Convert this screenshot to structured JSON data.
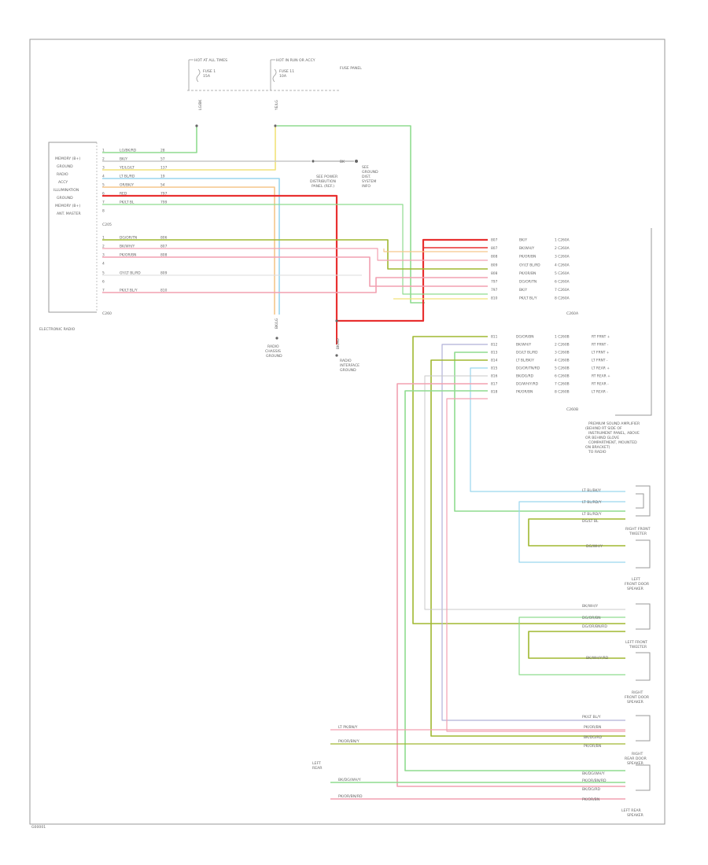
{
  "colors": {
    "frame": "#9a9a9a",
    "lt_green": "#8fdc8f",
    "dk_green": "#a0b830",
    "yellow": "#f2e27a",
    "lt_blue": "#9ad6ee",
    "red": "#e83030",
    "pink": "#f2a0b0",
    "orange": "#f5c68a",
    "grey": "#c8c8c8",
    "violet": "#b0b0d8",
    "black": "#555555"
  },
  "fuse_panel": {
    "fuse_a_title": "HOT AT ALL TIMES",
    "fuse_a_name": "FUSE 1",
    "fuse_a_amp": "15A",
    "fuse_b_title": "HOT IN RUN OR ACCY",
    "fuse_b_name": "FUSE 11",
    "fuse_b_amp": "10A",
    "panel_name": "FUSE PANEL",
    "wire_a": "LG/BK",
    "wire_b": "YE/LG"
  },
  "radio": {
    "label_lines": [
      "MEMORY (B+)",
      "GROUND",
      "RADIO",
      "ACCY",
      "ILLUMINATION",
      "GROUND",
      "MEMORY (B+)",
      "ANT. MASTER"
    ],
    "connector_a": "C205",
    "connector_b": "C260",
    "name": "ELECTRONIC RADIO",
    "group_a": [
      {
        "pin": "1",
        "wire": "LG/BK/RD",
        "code": "28"
      },
      {
        "pin": "2",
        "wire": "BK/Y",
        "code": "57"
      },
      {
        "pin": "3",
        "wire": "YE/LG/LT",
        "code": "137"
      },
      {
        "pin": "4",
        "wire": "LT BL/RD",
        "code": "19"
      },
      {
        "pin": "5",
        "wire": "OR/BK/Y",
        "code": "54"
      },
      {
        "pin": "6",
        "wire": "RED",
        "code": "797"
      },
      {
        "pin": "7",
        "wire": "PK/LT BL",
        "code": "799"
      },
      {
        "pin": "8",
        "wire": "",
        "code": ""
      }
    ],
    "group_b": [
      {
        "pin": "1",
        "wire": "DG/OR/TN",
        "code": "806"
      },
      {
        "pin": "2",
        "wire": "BK/WH/Y",
        "code": "807"
      },
      {
        "pin": "3",
        "wire": "PK/OR/BN",
        "code": "808"
      },
      {
        "pin": "4",
        "wire": "",
        "code": ""
      },
      {
        "pin": "5",
        "wire": "GY/LT BL/RD",
        "code": "809"
      },
      {
        "pin": "6",
        "wire": "",
        "code": ""
      },
      {
        "pin": "7",
        "wire": "PK/LT BL/Y",
        "code": "810"
      }
    ]
  },
  "ground_a": {
    "wire": "BK",
    "lines": [
      "SEE",
      "GROUND",
      "DIST.",
      "SYSTEM",
      "INFO"
    ]
  },
  "note": {
    "lines": [
      "SEE POWER",
      "DISTRIBUTION",
      "PANEL (REF.)"
    ]
  },
  "ground_b": {
    "wire": "BK/LG",
    "lines": [
      "RADIO",
      "CHASSIS",
      "GROUND"
    ]
  },
  "ground_c": {
    "wire": "BK/RD",
    "lines": [
      "RADIO",
      "INTERFACE",
      "GROUND"
    ]
  },
  "amp_connectors": {
    "a_rows": [
      {
        "code": "807",
        "wire": "BK/Y",
        "pin": "1 C260A"
      },
      {
        "code": "807",
        "wire": "BK/WH/Y",
        "pin": "2 C260A"
      },
      {
        "code": "808",
        "wire": "PK/OR/BN",
        "pin": "3 C260A"
      },
      {
        "code": "809",
        "wire": "GY/LT BL/RD",
        "pin": "4 C260A"
      },
      {
        "code": "808",
        "wire": "PK/OR/BN",
        "pin": "5 C260A"
      },
      {
        "code": "797",
        "wire": "DG/OR/TN",
        "pin": "6 C260A"
      },
      {
        "code": "797",
        "wire": "BK/Y",
        "pin": "7 C260A"
      },
      {
        "code": "810",
        "wire": "PK/LT BL/Y",
        "pin": "8 C260A"
      }
    ],
    "a_name": "C260A",
    "b_rows": [
      {
        "code": "811",
        "wire": "DG/OR/BN",
        "pin": "1 C260B",
        "desc": "RT FRNT +"
      },
      {
        "code": "812",
        "wire": "BK/WH/Y",
        "pin": "2 C260B",
        "desc": "RT FRNT -"
      },
      {
        "code": "813",
        "wire": "DG/LT BL/RD",
        "pin": "3 C260B",
        "desc": "LT FRNT +"
      },
      {
        "code": "814",
        "wire": "LT BL/BK/Y",
        "pin": "4 C260B",
        "desc": "LT FRNT -"
      },
      {
        "code": "815",
        "wire": "DG/OR/TN/RD",
        "pin": "5 C260B",
        "desc": "LT REAR +"
      },
      {
        "code": "816",
        "wire": "BK/DG/RD",
        "pin": "6 C260B",
        "desc": "RT REAR +"
      },
      {
        "code": "817",
        "wire": "DG/WH/Y/RD",
        "pin": "7 C260B",
        "desc": "RT REAR -"
      },
      {
        "code": "818",
        "wire": "PK/OR/BN",
        "pin": "8 C260B",
        "desc": "LT REAR -"
      }
    ],
    "b_name": "C260B",
    "module_lines": [
      "PREMIUM SOUND AMPLIFIER",
      "(BEHIND RT SIDE OF",
      "INSTRUMENT PANEL, ABOVE",
      "OR BEHIND GLOVE",
      "COMPARTMENT, MOUNTED",
      "ON BRACKET)",
      "TO RADIO"
    ]
  },
  "speakers": [
    {
      "name_lines": [
        "LEFT",
        "FRONT DOOR",
        "SPEAKER"
      ],
      "w1": "LT BL/BK/Y",
      "w2": "LT BL/RD/Y"
    },
    {
      "name_lines": [
        "RIGHT FRONT",
        "TWEETER"
      ],
      "w1": "DG/LT BL",
      "w2": "DG/WH/Y"
    },
    {
      "name_lines": [
        "LT BL/RD/Y"
      ],
      "w1": "",
      "w2": ""
    },
    {
      "name_lines": [
        "RIGHT",
        "FRONT DOOR",
        "SPEAKER"
      ],
      "w1": "BK/WH/Y",
      "w2": "DG/OR/BN"
    },
    {
      "name_lines": [
        "LEFT FRONT",
        "TWEETER"
      ],
      "w1": "DG/OR/BN/RD",
      "w2": "BK/WH/Y/RD"
    },
    {
      "name_lines": [
        "RIGHT",
        "REAR DOOR",
        "SPEAKER"
      ],
      "w1": "PK/LT BL/Y",
      "w2": "PK/OR/BN"
    },
    {
      "name_lines": [
        "LEFT REAR",
        "SPEAKER"
      ],
      "w1": "BK/DG/RD",
      "w2": "PK/OR/BN"
    }
  ],
  "rear": {
    "w1": "LT PK/BN/Y",
    "w2": "PK/OR/BN/Y",
    "sub_lines": [
      "LEFT",
      "REAR"
    ],
    "w3": "BK/DG/WH/Y",
    "w4": "PK/OR/BN/RD",
    "speaker_label": [
      "LEFT REAR",
      "SPEAKER"
    ]
  },
  "footer": "G00001"
}
